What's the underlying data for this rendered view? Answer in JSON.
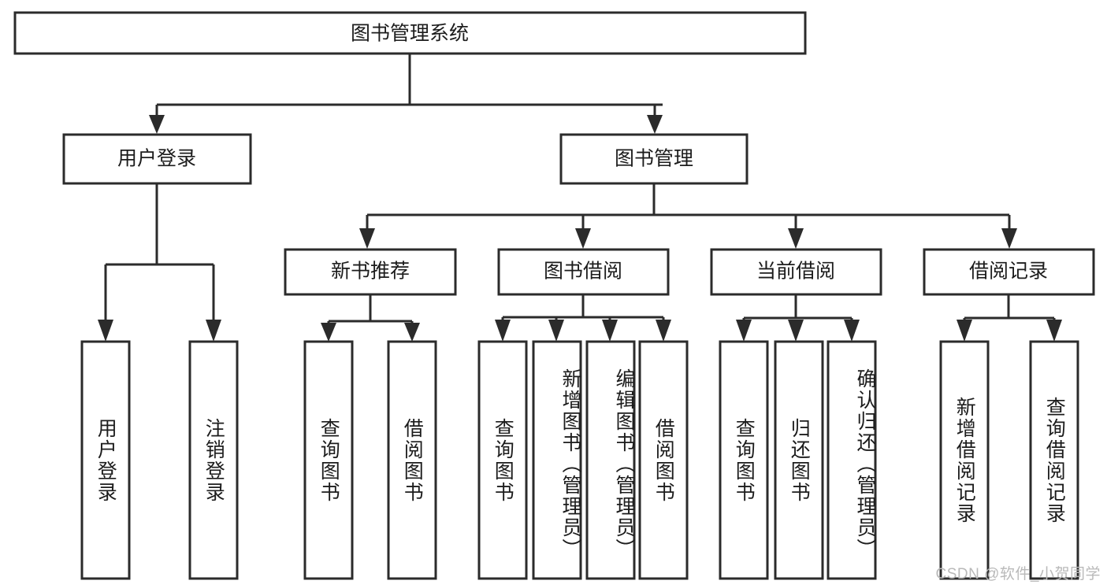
{
  "diagram": {
    "type": "tree",
    "title": "图书管理系统",
    "watermark": "CSDN @软件_小贺同学",
    "colors": {
      "box_stroke": "#2b2b2b",
      "box_fill": "#ffffff",
      "text": "#1c1c1c",
      "background": "#ffffff",
      "watermark": "#b9b9b9"
    },
    "levels": {
      "root": {
        "label": "图书管理系统"
      },
      "level2": [
        {
          "label": "用户登录"
        },
        {
          "label": "图书管理"
        }
      ],
      "level3": [
        {
          "label": "新书推荐"
        },
        {
          "label": "图书借阅"
        },
        {
          "label": "当前借阅"
        },
        {
          "label": "借阅记录"
        }
      ]
    },
    "leaves": {
      "user_login": [
        {
          "label": "用户登录"
        },
        {
          "label": "注销登录"
        }
      ],
      "new_book_recommend": [
        {
          "label": "查询图书"
        },
        {
          "label": "借阅图书"
        }
      ],
      "book_borrow": [
        {
          "label": "查询图书"
        },
        {
          "label": "新增图书（管理员）"
        },
        {
          "label": "编辑图书（管理员）"
        },
        {
          "label": "借阅图书"
        }
      ],
      "current_borrow": [
        {
          "label": "查询图书"
        },
        {
          "label": "归还图书"
        },
        {
          "label": "确认归还（管理员）"
        }
      ],
      "borrow_records": [
        {
          "label": "新增借阅记录"
        },
        {
          "label": "查询借阅记录"
        }
      ]
    }
  }
}
